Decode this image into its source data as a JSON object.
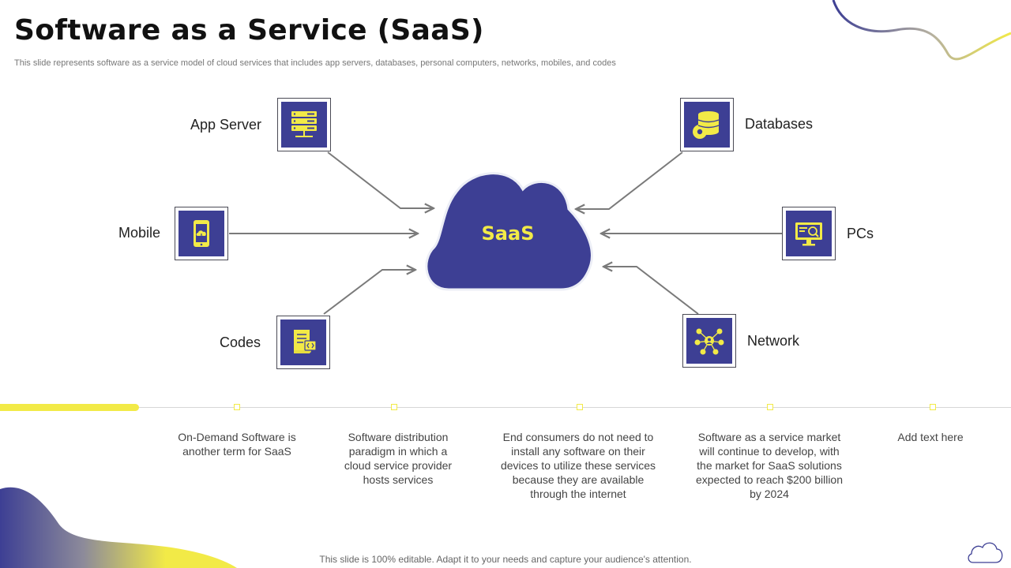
{
  "header": {
    "title": "Software as a Service (SaaS)",
    "subtitle": "This slide represents software as a service model of cloud services that includes app servers, databases, personal computers, networks, mobiles, and codes"
  },
  "center": {
    "label": "SaaS"
  },
  "nodes": [
    {
      "id": "app-server",
      "label": "App Server",
      "icon": "server-rack-icon"
    },
    {
      "id": "databases",
      "label": "Databases",
      "icon": "database-gear-icon"
    },
    {
      "id": "mobile",
      "label": "Mobile",
      "icon": "mobile-cloud-icon"
    },
    {
      "id": "pcs",
      "label": "PCs",
      "icon": "monitor-chart-icon"
    },
    {
      "id": "codes",
      "label": "Codes",
      "icon": "code-scroll-icon"
    },
    {
      "id": "network",
      "label": "Network",
      "icon": "network-people-icon"
    }
  ],
  "timeline": [
    "On-Demand Software is another term for SaaS",
    "Software distribution paradigm in which a cloud service provider hosts services",
    "End consumers do not need to install any software on their devices to utilize these services because they are available through the internet",
    "Software as a service market will continue to develop, with the market for SaaS solutions expected to reach $200 billion by 2024",
    "Add text here"
  ],
  "footer": "This slide is 100% editable. Adapt it to your needs and capture your audience's attention.",
  "colors": {
    "navy": "#3d3f94",
    "yellow": "#f2ea47",
    "connector": "#7a7a7a"
  }
}
